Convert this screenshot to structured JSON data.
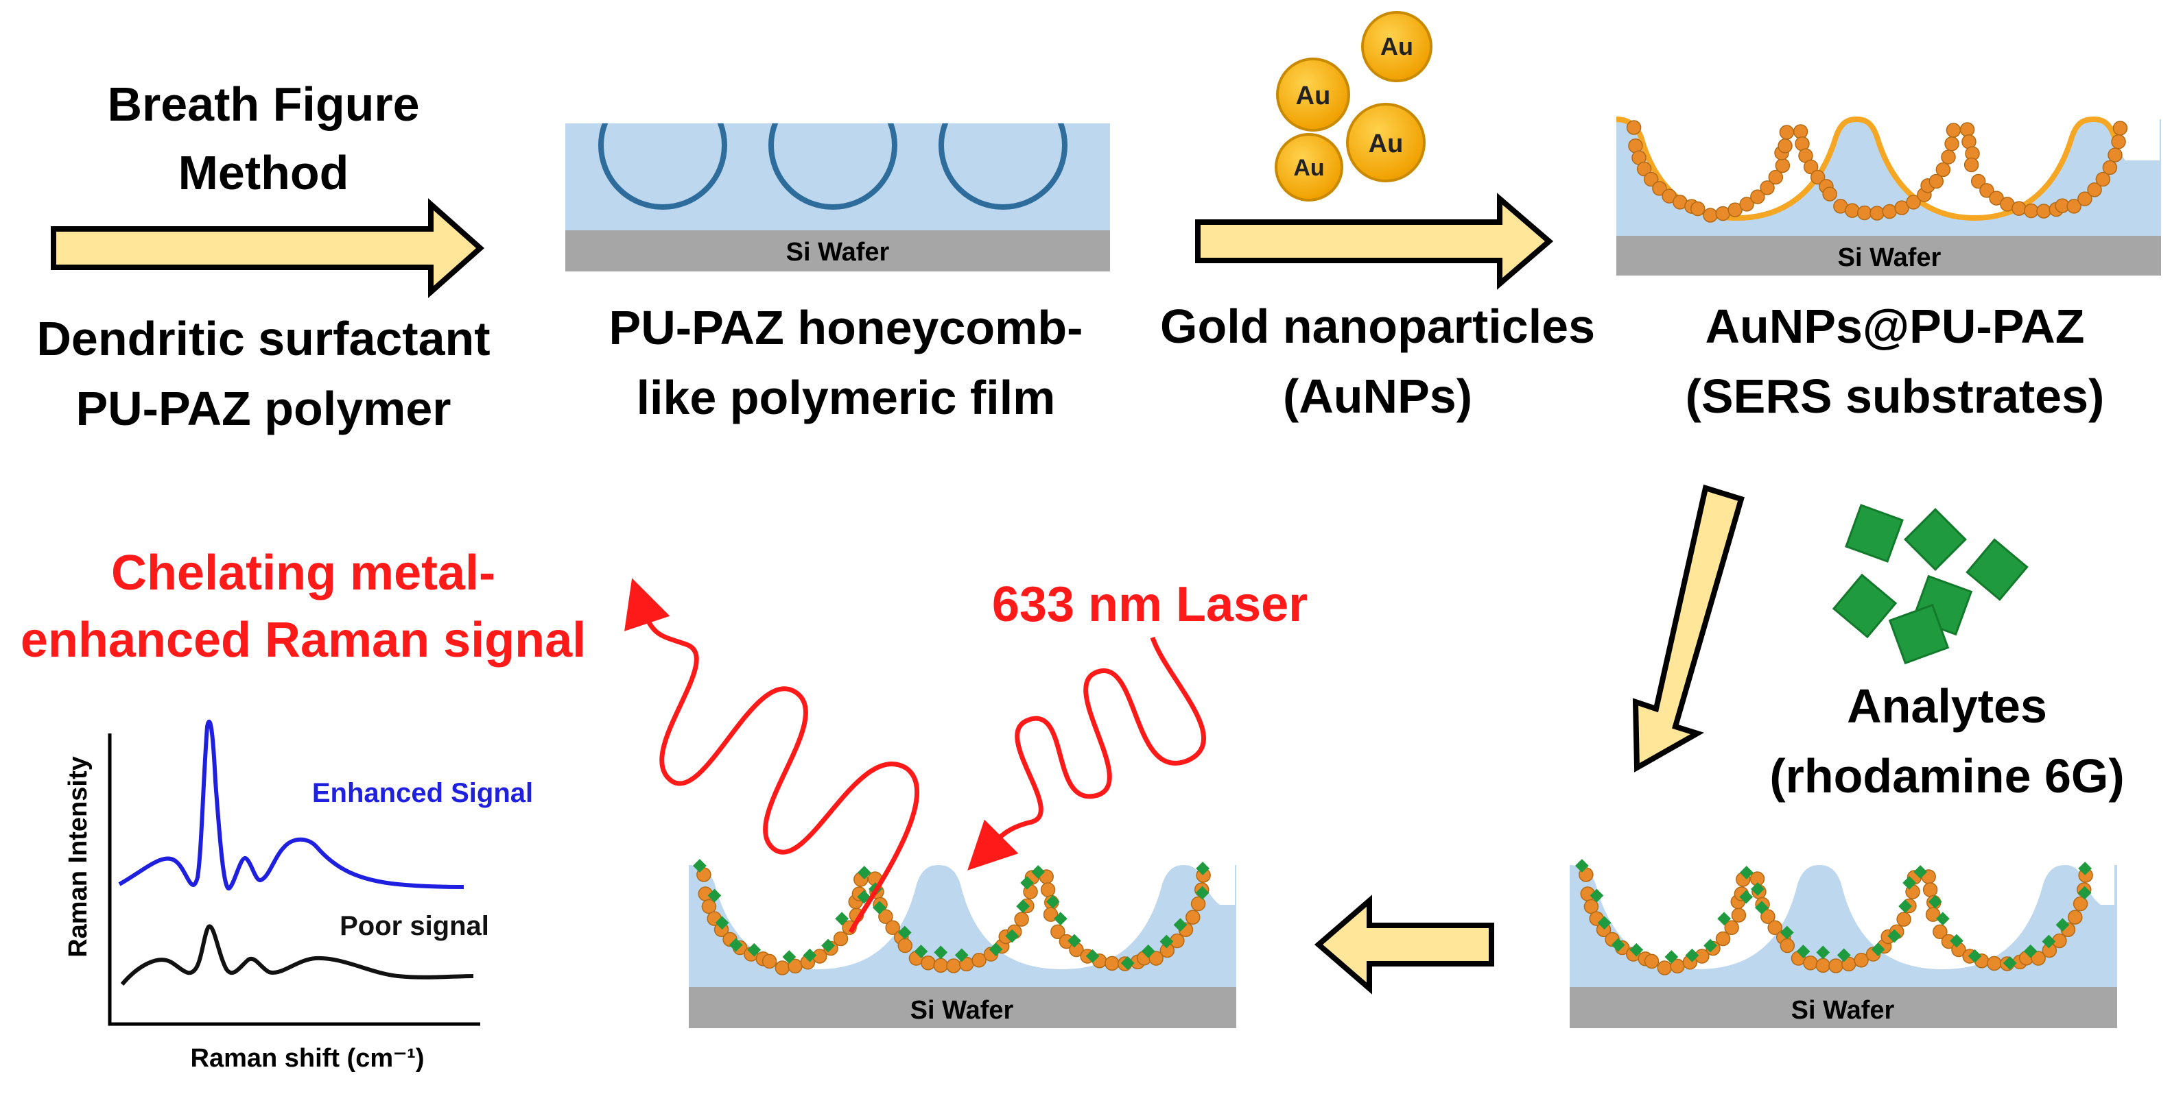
{
  "step1": {
    "method_line1": "Breath Figure",
    "method_line2": "Method",
    "caption_line1": "Dendritic surfactant",
    "caption_line2": "PU-PAZ polymer"
  },
  "film": {
    "wafer_label": "Si Wafer",
    "caption_line1": "PU-PAZ honeycomb-",
    "caption_line2": "like polymeric film"
  },
  "gold": {
    "particle_label": "Au",
    "caption_line1": "Gold nanoparticles",
    "caption_line2": "(AuNPs)"
  },
  "substrate": {
    "wafer_label": "Si Wafer",
    "caption_line1": "AuNPs@PU-PAZ",
    "caption_line2": "(SERS substrates)"
  },
  "analytes": {
    "caption_line1": "Analytes",
    "caption_line2": "(rhodamine 6G)"
  },
  "loaded": {
    "wafer_label": "Si Wafer"
  },
  "measurement": {
    "wafer_label": "Si Wafer",
    "laser_label": "633 nm Laser",
    "signal_line1": "Chelating metal-",
    "signal_line2": "enhanced Raman signal"
  },
  "spectrum": {
    "ylabel": "Raman Intensity",
    "xlabel": "Raman shift (cm⁻¹)",
    "enhanced_label": "Enhanced Signal",
    "poor_label": "Poor signal"
  },
  "colors": {
    "arrow_fill": "#FFE699",
    "film": "#BDD7EE",
    "pore_ring": "#2E6C9C",
    "wafer": "#A6A6A6",
    "gold": "#F5A623",
    "particle": "#E8892A",
    "analyte": "#1F9A3F",
    "laser": "#FF1A1A",
    "enhanced": "#1F1FE0",
    "poor": "#111111"
  }
}
